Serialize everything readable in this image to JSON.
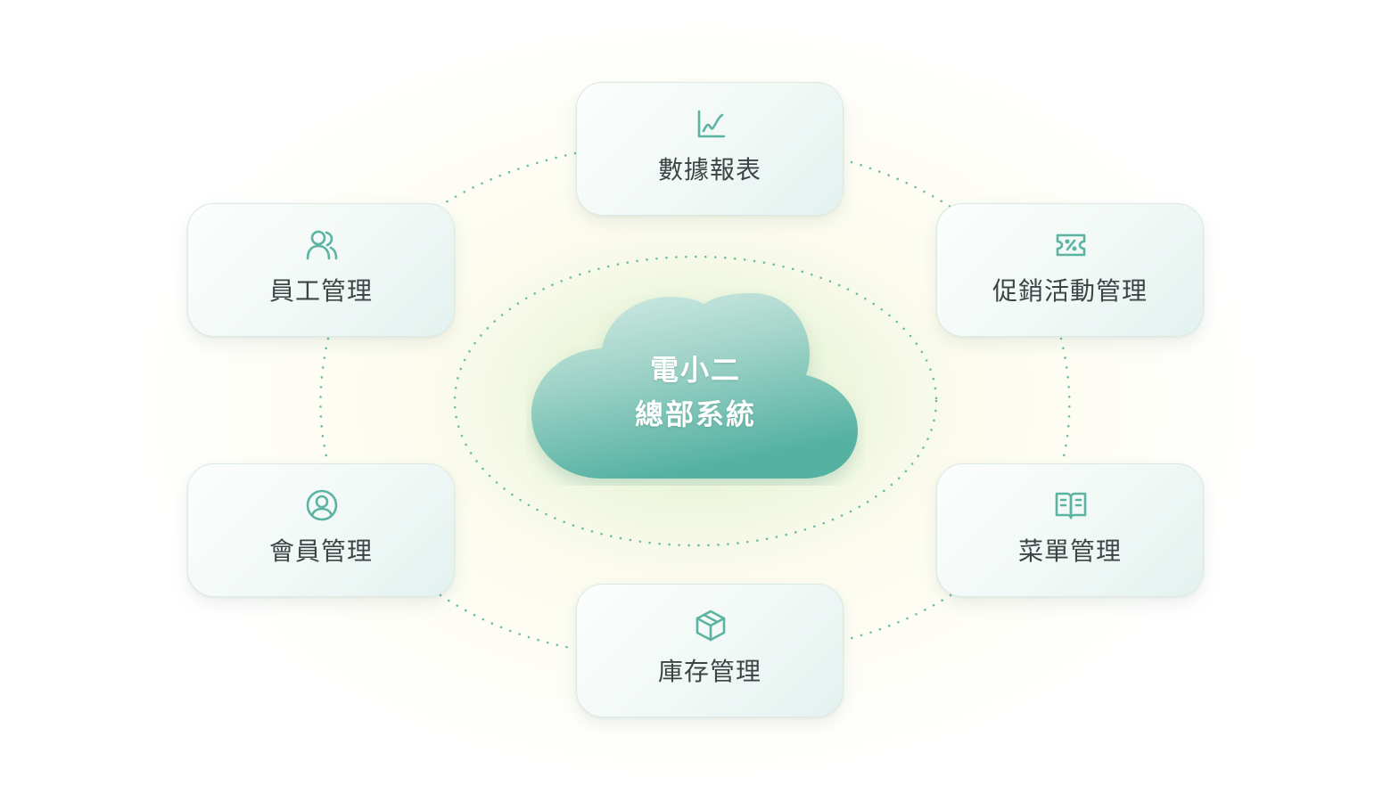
{
  "center": {
    "line1": "電小二",
    "line2": "總部系統"
  },
  "modules": [
    {
      "id": "reports",
      "label": "數據報表",
      "icon": "line-chart-icon"
    },
    {
      "id": "staff",
      "label": "員工管理",
      "icon": "users-icon"
    },
    {
      "id": "promotions",
      "label": "促銷活動管理",
      "icon": "coupon-ticket-icon"
    },
    {
      "id": "members",
      "label": "會員管理",
      "icon": "user-circle-icon"
    },
    {
      "id": "menu",
      "label": "菜單管理",
      "icon": "open-book-icon"
    },
    {
      "id": "inventory",
      "label": "庫存管理",
      "icon": "box-icon"
    }
  ],
  "colors": {
    "accent": "#5bb3a1",
    "cloud_top": "#cfe9e2",
    "cloud_bottom": "#5cb5a5",
    "card_text": "#3d4446",
    "dots": "#6fbaa8"
  }
}
